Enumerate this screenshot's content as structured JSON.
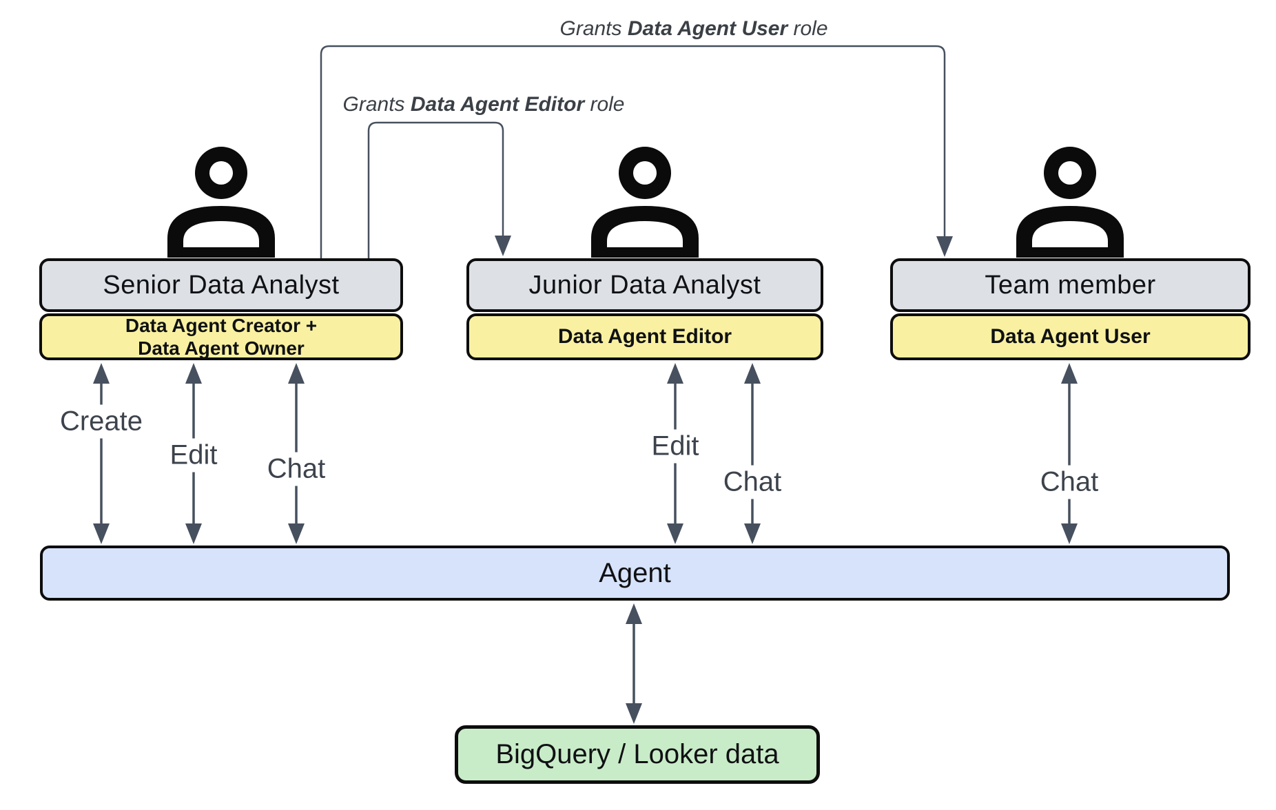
{
  "diagram": {
    "grant_annotations": [
      {
        "prefix": "Grants ",
        "role_name": "Data Agent User",
        "suffix": " role"
      },
      {
        "prefix": "Grants ",
        "role_name": "Data Agent Editor",
        "suffix": " role"
      }
    ],
    "actors": [
      {
        "title": "Senior Data Analyst",
        "icon": "person-icon",
        "iam_roles": [
          "Data Agent Creator +",
          "Data Agent Owner"
        ],
        "actions": [
          "Create",
          "Edit",
          "Chat"
        ]
      },
      {
        "title": "Junior Data Analyst",
        "icon": "person-icon",
        "iam_roles": [
          "Data Agent Editor"
        ],
        "actions": [
          "Edit",
          "Chat"
        ]
      },
      {
        "title": "Team member",
        "icon": "person-icon",
        "iam_roles": [
          "Data Agent User"
        ],
        "actions": [
          "Chat"
        ]
      }
    ],
    "agent": {
      "label": "Agent"
    },
    "data_source": {
      "label": "BigQuery / Looker data"
    },
    "colors": {
      "actor_title_fill": "#dde0e4",
      "iam_role_fill": "#f9f1a1",
      "agent_fill": "#d7e3fb",
      "data_source_fill": "#c9ecc8",
      "connector": "#47505e",
      "border": "#0d0d0d"
    }
  }
}
